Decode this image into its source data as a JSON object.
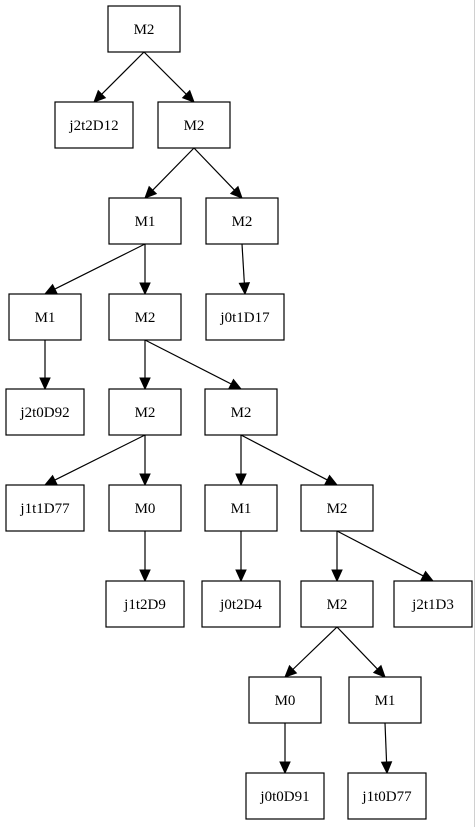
{
  "diagram": {
    "type": "tree",
    "colors": {
      "stroke": "#000000",
      "background": "#ffffff"
    },
    "nodes": [
      {
        "id": "n1",
        "label": "M2"
      },
      {
        "id": "n2",
        "label": "j2t2D12"
      },
      {
        "id": "n3",
        "label": "M2"
      },
      {
        "id": "n4",
        "label": "M1"
      },
      {
        "id": "n5",
        "label": "M2"
      },
      {
        "id": "n6",
        "label": "M1"
      },
      {
        "id": "n7",
        "label": "M2"
      },
      {
        "id": "n8",
        "label": "j0t1D17"
      },
      {
        "id": "n9",
        "label": "j2t0D92"
      },
      {
        "id": "n10",
        "label": "M2"
      },
      {
        "id": "n11",
        "label": "M2"
      },
      {
        "id": "n12",
        "label": "j1t1D77"
      },
      {
        "id": "n13",
        "label": "M0"
      },
      {
        "id": "n14",
        "label": "M1"
      },
      {
        "id": "n15",
        "label": "M2"
      },
      {
        "id": "n16",
        "label": "j1t2D9"
      },
      {
        "id": "n17",
        "label": "j0t2D4"
      },
      {
        "id": "n18",
        "label": "M2"
      },
      {
        "id": "n19",
        "label": "j2t1D3"
      },
      {
        "id": "n20",
        "label": "M0"
      },
      {
        "id": "n21",
        "label": "M1"
      },
      {
        "id": "n22",
        "label": "j0t0D91"
      },
      {
        "id": "n23",
        "label": "j1t0D77"
      }
    ],
    "edges": [
      [
        "n1",
        "n2"
      ],
      [
        "n1",
        "n3"
      ],
      [
        "n3",
        "n4"
      ],
      [
        "n3",
        "n5"
      ],
      [
        "n4",
        "n6"
      ],
      [
        "n4",
        "n7"
      ],
      [
        "n5",
        "n8"
      ],
      [
        "n6",
        "n9"
      ],
      [
        "n7",
        "n10"
      ],
      [
        "n7",
        "n11"
      ],
      [
        "n10",
        "n12"
      ],
      [
        "n10",
        "n13"
      ],
      [
        "n11",
        "n14"
      ],
      [
        "n11",
        "n15"
      ],
      [
        "n13",
        "n16"
      ],
      [
        "n14",
        "n17"
      ],
      [
        "n15",
        "n18"
      ],
      [
        "n15",
        "n19"
      ],
      [
        "n18",
        "n20"
      ],
      [
        "n18",
        "n21"
      ],
      [
        "n20",
        "n22"
      ],
      [
        "n21",
        "n23"
      ]
    ]
  }
}
